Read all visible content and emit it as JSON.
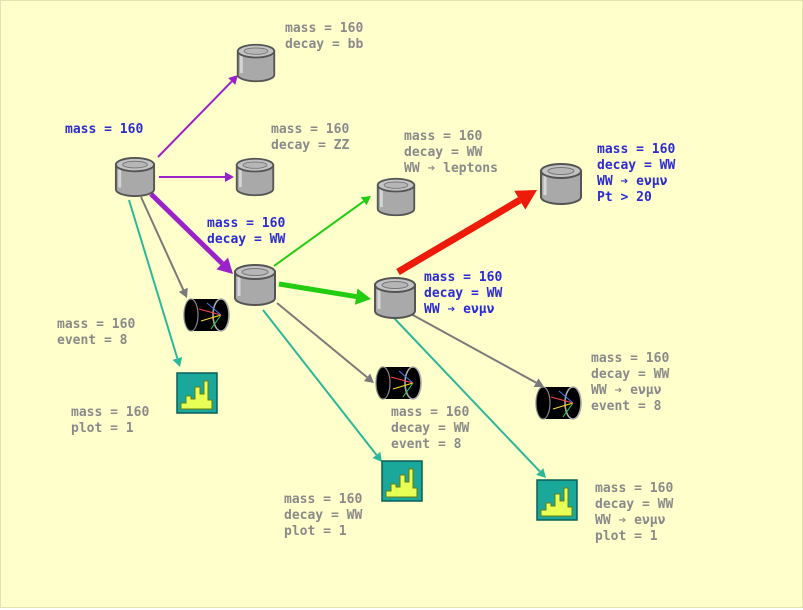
{
  "colors": {
    "background": "#ffffcc",
    "label_default": "#8a8a8a",
    "label_highlight": "#2b2bd0",
    "arrow_purple": "#9a22c8",
    "arrow_gray": "#7a7a7a",
    "arrow_teal": "#2bb89a",
    "arrow_green": "#22cc11",
    "arrow_red": "#ee1a0a"
  },
  "nodes": {
    "root": {
      "lines": [
        "mass = 160"
      ]
    },
    "bb": {
      "lines": [
        "mass = 160",
        "decay = bb"
      ]
    },
    "zz": {
      "lines": [
        "mass = 160",
        "decay = ZZ"
      ]
    },
    "ww": {
      "lines": [
        "mass = 160",
        "decay = WW"
      ]
    },
    "leptons": {
      "lines": [
        "mass = 160",
        "decay = WW",
        "WW ➔ leptons"
      ]
    },
    "emu": {
      "lines": [
        "mass = 160",
        "decay = WW",
        "WW ➔ eνμν"
      ]
    },
    "pt": {
      "lines": [
        "mass = 160",
        "decay = WW",
        "WW ➔ eνμν",
        "Pt > 20"
      ]
    },
    "root_event": {
      "lines": [
        "mass = 160",
        "event = 8"
      ]
    },
    "root_plot": {
      "lines": [
        "mass = 160",
        "plot = 1"
      ]
    },
    "ww_event": {
      "lines": [
        "mass = 160",
        "decay = WW",
        "event = 8"
      ]
    },
    "ww_plot": {
      "lines": [
        "mass = 160",
        "decay = WW",
        "plot = 1"
      ]
    },
    "emu_event": {
      "lines": [
        "mass = 160",
        "decay = WW",
        "WW ➔ eνμν",
        "event = 8"
      ]
    },
    "emu_plot": {
      "lines": [
        "mass = 160",
        "decay = WW",
        "WW ➔ eνμν",
        "plot = 1"
      ]
    }
  },
  "icons": [
    {
      "id": "db-root",
      "kind": "database-icon"
    },
    {
      "id": "db-bb",
      "kind": "database-icon"
    },
    {
      "id": "db-zz",
      "kind": "database-icon"
    },
    {
      "id": "db-ww",
      "kind": "database-icon"
    },
    {
      "id": "db-leptons",
      "kind": "database-icon"
    },
    {
      "id": "db-emu",
      "kind": "database-icon"
    },
    {
      "id": "db-pt",
      "kind": "database-icon"
    },
    {
      "id": "ev-root",
      "kind": "event-display-icon"
    },
    {
      "id": "ev-ww",
      "kind": "event-display-icon"
    },
    {
      "id": "ev-emu",
      "kind": "event-display-icon"
    },
    {
      "id": "hist-root",
      "kind": "histogram-plot-icon"
    },
    {
      "id": "hist-ww",
      "kind": "histogram-plot-icon"
    },
    {
      "id": "hist-emu",
      "kind": "histogram-plot-icon"
    }
  ]
}
